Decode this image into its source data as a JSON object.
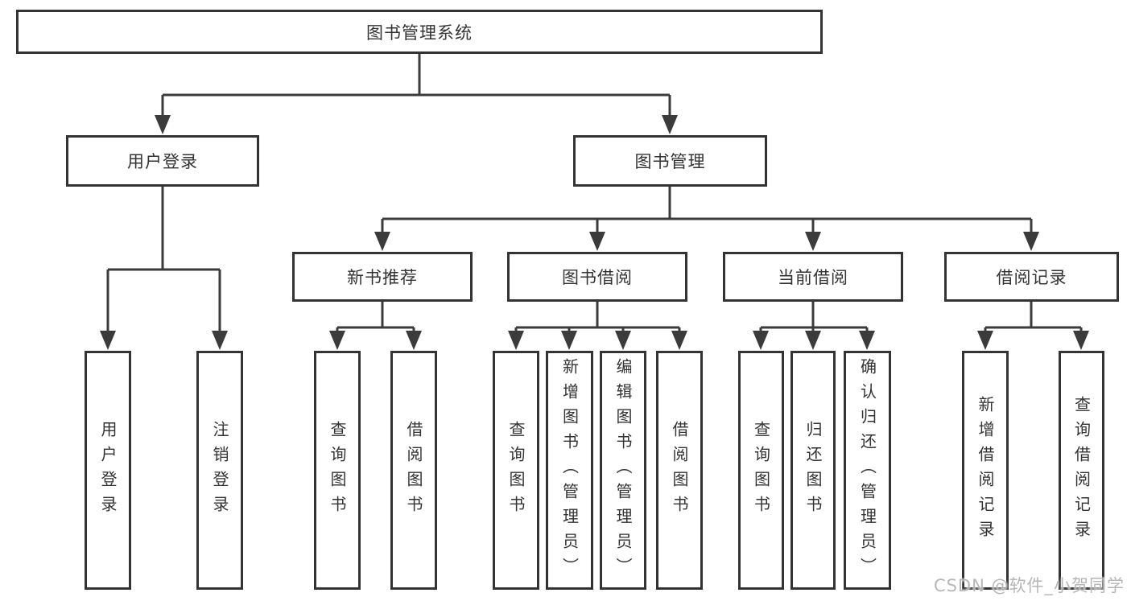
{
  "diagram": {
    "watermark": "CSDN @软件_小贺同学"
  },
  "colors": {
    "line": "#3b3b3b",
    "border": "#333333",
    "text": "#333333",
    "fill": "#ffffff",
    "background": "#ffffff",
    "watermark": "#b3b3b3"
  },
  "nodes": {
    "root": {
      "label": "图书管理系统"
    },
    "branches": [
      {
        "label": "用户登录",
        "children": [
          {
            "label": "用户登录"
          },
          {
            "label": "注销登录"
          }
        ]
      },
      {
        "label": "图书管理",
        "groups": [
          {
            "label": "新书推荐",
            "children": [
              {
                "label": "查询图书"
              },
              {
                "label": "借阅图书"
              }
            ]
          },
          {
            "label": "图书借阅",
            "children": [
              {
                "label": "查询图书"
              },
              {
                "label": "新增图书（管理员）"
              },
              {
                "label": "编辑图书（管理员）"
              },
              {
                "label": "借阅图书"
              }
            ]
          },
          {
            "label": "当前借阅",
            "children": [
              {
                "label": "查询图书"
              },
              {
                "label": "归还图书"
              },
              {
                "label": "确认归还（管理员）"
              }
            ]
          },
          {
            "label": "借阅记录",
            "children": [
              {
                "label": "新增借阅记录"
              },
              {
                "label": "查询借阅记录"
              }
            ]
          }
        ]
      }
    ]
  }
}
